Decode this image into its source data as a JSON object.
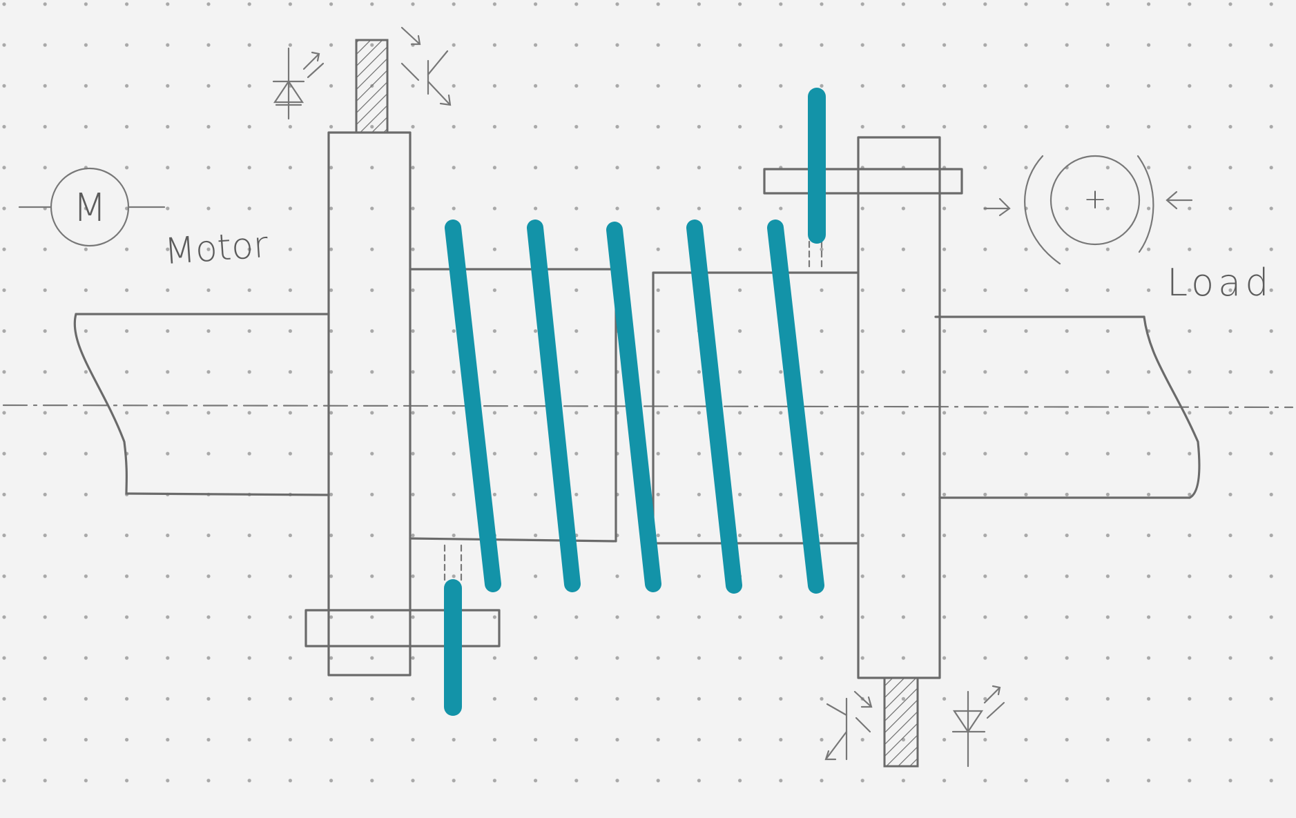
{
  "labels": {
    "motor_symbol": "M",
    "motor": "Motor",
    "load_symbol": "+",
    "load": "Load"
  },
  "colors": {
    "paper": "#f3f3f3",
    "dot_grid": "#a8a8a8",
    "pencil": "#6a6a6a",
    "spring": "#1393a8"
  },
  "icons": [
    "led-emitter-icon",
    "phototransistor-icon"
  ]
}
